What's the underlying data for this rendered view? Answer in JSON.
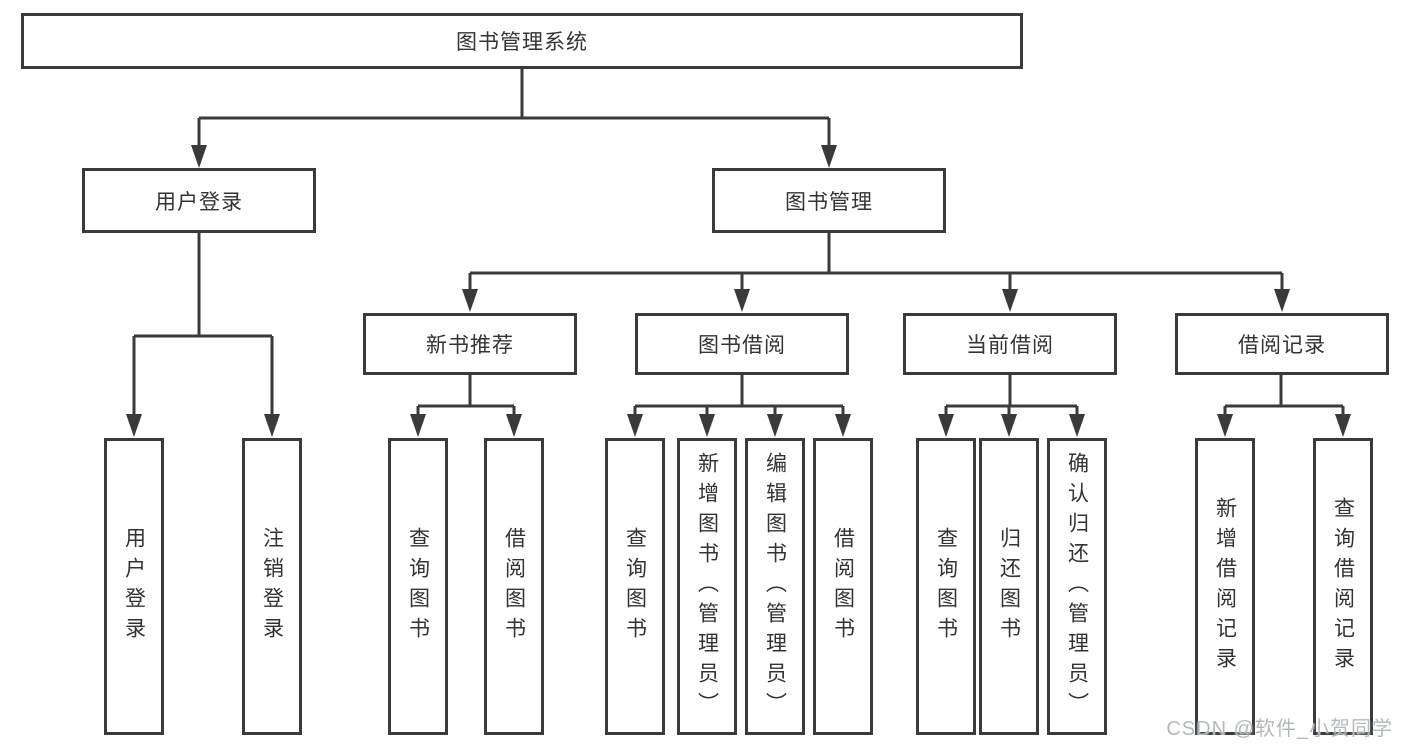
{
  "tree": {
    "root": {
      "label": "图书管理系统"
    },
    "level2": [
      {
        "label": "用户登录"
      },
      {
        "label": "图书管理"
      }
    ],
    "level3": [
      {
        "label": "新书推荐"
      },
      {
        "label": "图书借阅"
      },
      {
        "label": "当前借阅"
      },
      {
        "label": "借阅记录"
      }
    ],
    "leaves": [
      {
        "label": "用户登录"
      },
      {
        "label": "注销登录"
      },
      {
        "label": "查询图书"
      },
      {
        "label": "借阅图书"
      },
      {
        "label": "查询图书"
      },
      {
        "label": "新增图书（管理员）"
      },
      {
        "label": "编辑图书（管理员）"
      },
      {
        "label": "借阅图书"
      },
      {
        "label": "查询图书"
      },
      {
        "label": "归还图书"
      },
      {
        "label": "确认归还（管理员）"
      },
      {
        "label": "新增借阅记录"
      },
      {
        "label": "查询借阅记录"
      }
    ]
  },
  "watermark": "CSDN @软件_小贺同学",
  "colors": {
    "line": "#3a3a3a",
    "border": "#3a3a3a",
    "text": "#333333",
    "watermark": "#b4b8bf",
    "background": "#ffffff"
  }
}
